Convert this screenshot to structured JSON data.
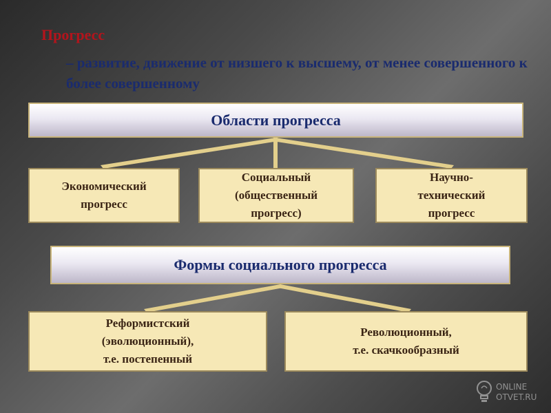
{
  "heading": {
    "term": "Прогресс",
    "definition": "– развитие, движение от низшего к высшему, от менее совершенного к более совершенному"
  },
  "areas": {
    "title": "Области прогресса",
    "items": [
      "Экономический\nпрогресс",
      "Социальный\n(общественный\nпрогресс)",
      "Научно-\nтехнический\nпрогресс"
    ]
  },
  "forms": {
    "title": "Формы социального прогресса",
    "items": [
      "Реформистский\n(эволюционный),\nт.е. постепенный",
      "Революционный,\nт.е. скачкообразный"
    ]
  },
  "watermark": {
    "line1": "ONLINE",
    "line2": "OTVET.RU"
  },
  "colors": {
    "term": "#b3141c",
    "definition": "#1a2b6e",
    "box_fill": "#f6e8b6",
    "connector": "#e3cf8c"
  }
}
